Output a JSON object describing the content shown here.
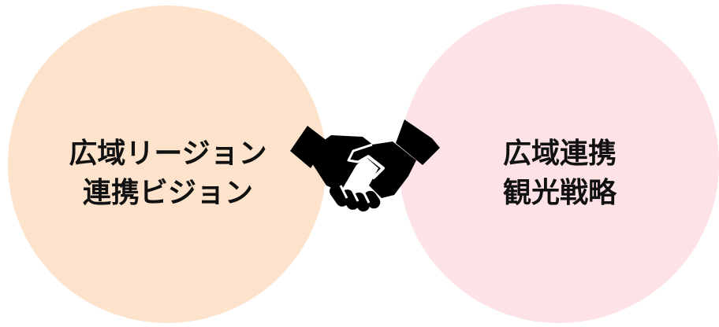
{
  "left_circle": {
    "line1": "広域リージョン",
    "line2": "連携ビジョン",
    "color": "#fde3cc"
  },
  "right_circle": {
    "line1": "広域連携",
    "line2": "観光戦略",
    "color": "#fde2e6"
  },
  "center_icon": "handshake-icon"
}
